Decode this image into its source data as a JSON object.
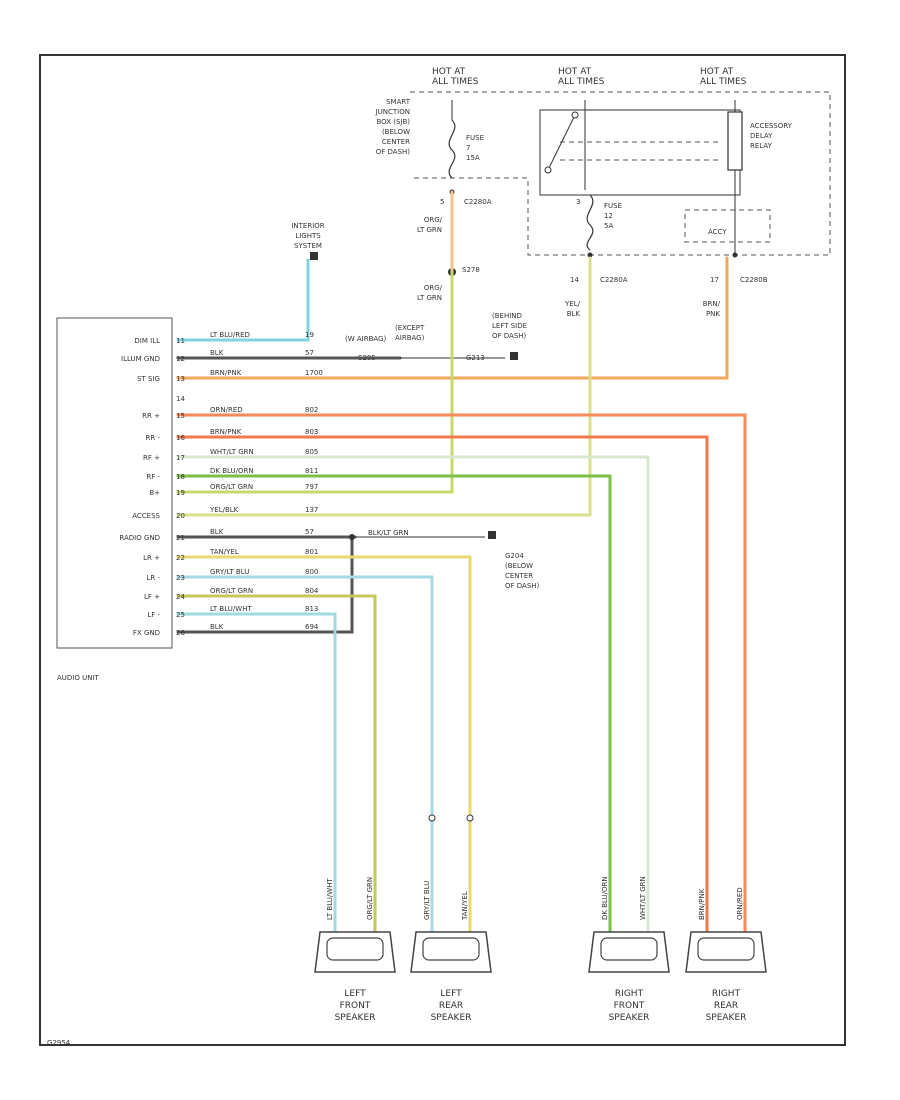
{
  "colors": {
    "lt_blue": "#7fd3dc",
    "black": "#444444",
    "orange": "#f07a4e",
    "light_orange": "#f2a85a",
    "green": "#8fc25a",
    "dk_green": "#5ea83a",
    "yellow_green": "#c7d96b",
    "yellow": "#e8d870",
    "white_green": "#d8e8d0",
    "tan_orange": "#e2a35c",
    "border": "#333333"
  },
  "power": {
    "hot_left": "HOT AT\nALL TIMES",
    "hot_mid": "HOT AT\nALL TIMES",
    "hot_right": "HOT AT\nALL TIMES",
    "smart_junction": "SMART\nJUNCTION\nBOX (SJB)\n(BELOW\nCENTER\nOF DASH)",
    "fuse_left": "FUSE\n7\n15A",
    "fuse_mid": "FUSE\n12\n5A",
    "relay": "ACCESSORY\nDELAY\nRELAY",
    "acc_box": "ACCY",
    "c2280a_left": "C2280A",
    "c2280a_right": "C2280A",
    "c2280b": "C2280B",
    "pin_left": "5",
    "pin_mid_top": "3",
    "pin_mid": "14",
    "pin_right": "17",
    "wire_orglt_grn_1": "ORG/\nLT GRN",
    "splice_s278": "S278",
    "wire_orglt_grn_2": "ORG/\nLT GRN",
    "wire_yel_blk": "YEL/\nBLK",
    "wire_brn_pnk": "BRN/\nPNK",
    "behind": "(BEHIND\nLEFT SIDE\nOF DASH)",
    "s205": "S205",
    "w_airbag": "(W AIRBAG)",
    "except_airbag": "(EXCEPT\nAIRBAG)",
    "g213": "G213"
  },
  "lights": {
    "label": "INTERIOR\nLIGHTS\nSYSTEM"
  },
  "audio_unit": {
    "label": "AUDIO UNIT",
    "pins": [
      "DIM ILL",
      "ILLUM GND",
      "ST SIG",
      "",
      "RR +",
      "RR -",
      "RF +",
      "RF -",
      "B+",
      "ACCESS",
      "RADIO GND",
      "LR +",
      "LR -",
      "LF +",
      "LF -",
      "FX GND"
    ],
    "pin_nums": [
      "11",
      "12",
      "13",
      "14",
      "15",
      "16",
      "17",
      "18",
      "19",
      "20",
      "21",
      "22",
      "23",
      "24",
      "25",
      "26"
    ],
    "wires": [
      "LT BLU/RED",
      "BLK",
      "BRN/PNK",
      "",
      "ORN/RED",
      "BRN/PNK",
      "WHT/LT GRN",
      "DK BLU/ORN",
      "ORG/LT GRN",
      "YEL/BLK",
      "BLK",
      "TAN/YEL",
      "GRY/LT BLU",
      "ORG/LT GRN",
      "LT BLU/WHT",
      "BLK"
    ],
    "circuits": [
      "19",
      "57",
      "1700",
      "",
      "802",
      "803",
      "805",
      "811",
      "797",
      "137",
      "57",
      "801",
      "800",
      "804",
      "813",
      "694"
    ]
  },
  "ground": {
    "wire": "BLK/LT GRN",
    "label": "G204\n(BELOW\nCENTER\nOF DASH)"
  },
  "speakers": {
    "lf_wire1": "LT BLU/WHT",
    "lf_wire2": "ORG/LT GRN",
    "lr_wire1": "GRY/LT BLU",
    "lr_wire2": "TAN/YEL",
    "rf_wire1": "DK BLU/ORN",
    "rf_wire2": "WHT/LT GRN",
    "rr_wire1": "BRN/PNK",
    "rr_wire2": "ORN/RED",
    "left_front": "LEFT\nFRONT\nSPEAKER",
    "left_rear": "LEFT\nREAR\nSPEAKER",
    "right_front": "RIGHT\nFRONT\nSPEAKER",
    "right_rear": "RIGHT\nREAR\nSPEAKER"
  },
  "footer": {
    "code": "G2954"
  }
}
